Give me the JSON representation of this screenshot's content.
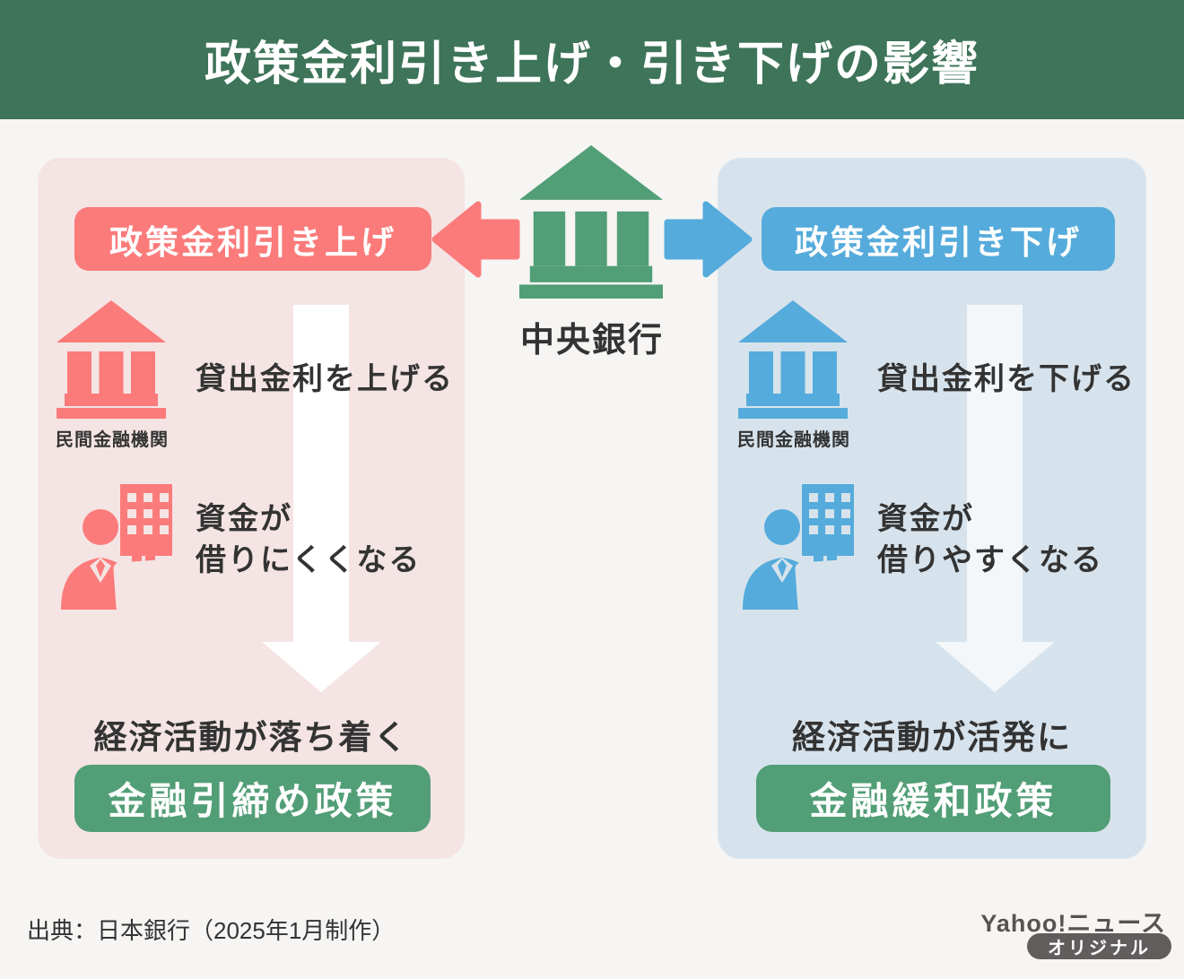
{
  "colors": {
    "header_green": "#3E7459",
    "icon_green": "#529E76",
    "accent_red": "#FB7B7B",
    "accent_blue": "#55ABDB",
    "panel_pink": "#F5E4E4",
    "panel_blue": "#D7E3EC",
    "background": "#F6F5F3",
    "text_dark": "#333333",
    "logo_gray": "#615D5D",
    "arrow_white": "#FFFFFF"
  },
  "header": {
    "title": "政策金利引き上げ・引き下げの影響"
  },
  "center": {
    "bank_label": "中央銀行"
  },
  "left_panel": {
    "policy_chip": "政策金利引き上げ",
    "bank_caption": "民間金融機関",
    "step1": "貸出金利を上げる",
    "step2_line1": "資金が",
    "step2_line2": "借りにくくなる",
    "result": "経済活動が落ち着く",
    "policy_name": "金融引締め政策"
  },
  "right_panel": {
    "policy_chip": "政策金利引き下げ",
    "bank_caption": "民間金融機関",
    "step1": "貸出金利を下げる",
    "step2_line1": "資金が",
    "step2_line2": "借りやすくなる",
    "result": "経済活動が活発に",
    "policy_name": "金融緩和政策"
  },
  "footer": {
    "source": "出典：日本銀行（2025年1月制作）",
    "logo_text": "Yahoo!ニュース",
    "logo_badge": "オリジナル"
  }
}
